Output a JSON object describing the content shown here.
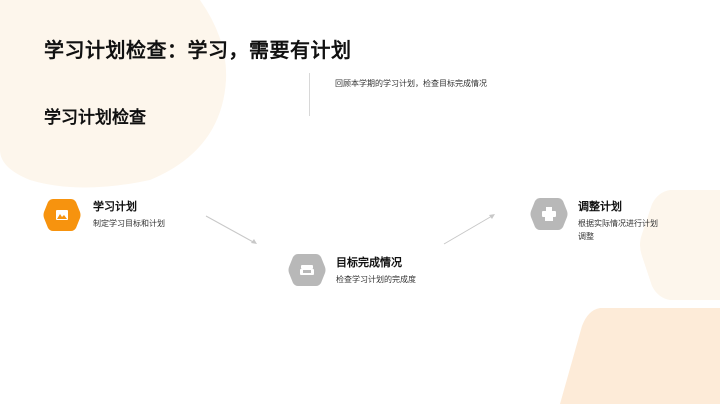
{
  "colors": {
    "accent": "#f7930e",
    "icon_gray": "#b8b8b8",
    "bg_shape_light": "#fdf6ec",
    "bg_shape_peach": "#fdebd8"
  },
  "header": {
    "title": "学习计划检查：学习，需要有计划",
    "subtitle": "学习计划检查",
    "description": "回顾本学期的学习计划，检查目标完成情况"
  },
  "steps": [
    {
      "title": "学习计划",
      "desc": "制定学习目标和计划",
      "icon": "image-icon",
      "color": "#f7930e"
    },
    {
      "title": "目标完成情况",
      "desc": "检查学习计划的完成度",
      "icon": "sofa-icon",
      "color": "#b8b8b8"
    },
    {
      "title": "调整计划",
      "desc": "根据实际情况进行计划调整",
      "icon": "printer-icon",
      "color": "#b8b8b8"
    }
  ]
}
